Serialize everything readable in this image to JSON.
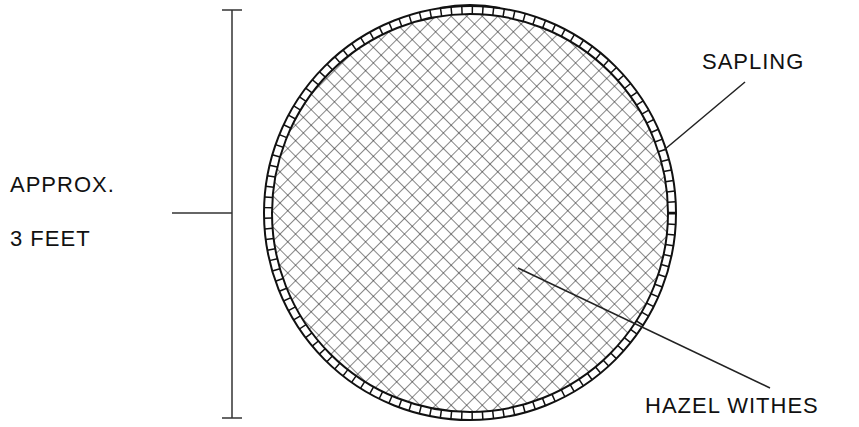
{
  "diagram": {
    "labels": [
      "APPROX. 3 FEET",
      "SAPLING",
      "HAZEL WITHES"
    ]
  }
}
